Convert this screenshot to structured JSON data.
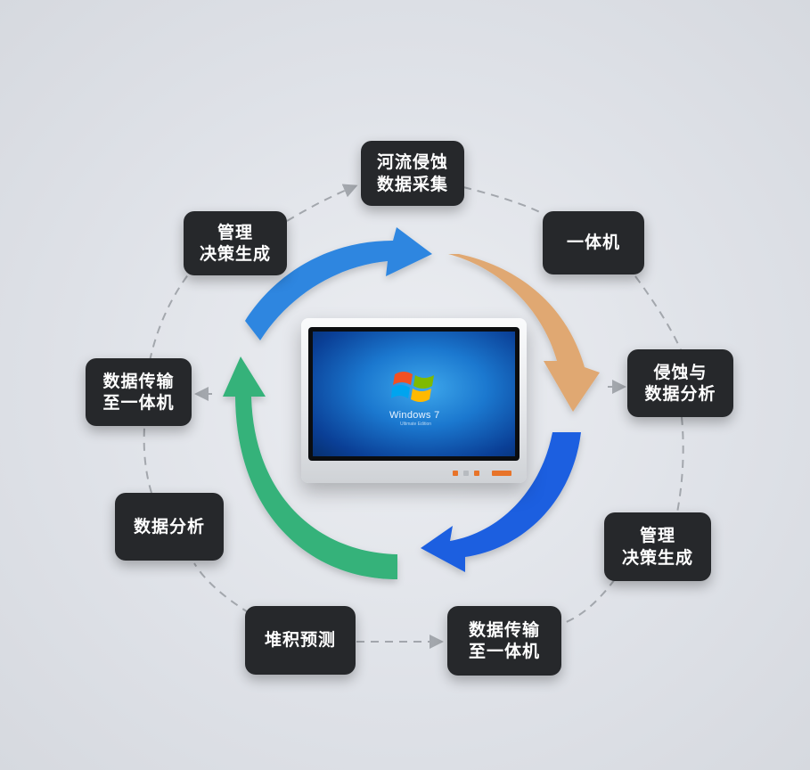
{
  "nodes": [
    {
      "id": "river-erosion-data-collection",
      "lines": [
        "河流侵蚀",
        "数据采集"
      ]
    },
    {
      "id": "all-in-one-top",
      "lines": [
        "一体机"
      ]
    },
    {
      "id": "erosion-data-analysis",
      "lines": [
        "侵蚀与",
        "数据分析"
      ]
    },
    {
      "id": "management-decision-right",
      "lines": [
        "管理",
        "决策生成"
      ]
    },
    {
      "id": "data-transfer-bottom",
      "lines": [
        "数据传输",
        "至一体机"
      ]
    },
    {
      "id": "deposit-prediction",
      "lines": [
        "堆积预测"
      ]
    },
    {
      "id": "data-analysis-left",
      "lines": [
        "数据分析"
      ]
    },
    {
      "id": "data-transfer-left",
      "lines": [
        "数据传输",
        "至一体机"
      ]
    },
    {
      "id": "management-decision-top",
      "lines": [
        "管理",
        "决策生成"
      ]
    }
  ],
  "screen": {
    "os_name": "Windows 7",
    "os_edition": "Ultimate Edition"
  },
  "colors": {
    "node_bg": "#26282b",
    "arrow_blue": "#2f86e0",
    "arrow_orange": "#e0a872",
    "arrow_deep_blue": "#1f5fe0",
    "arrow_green": "#35b27a",
    "connector": "#a3a7ad",
    "bezel_orange": "#e8742a"
  }
}
